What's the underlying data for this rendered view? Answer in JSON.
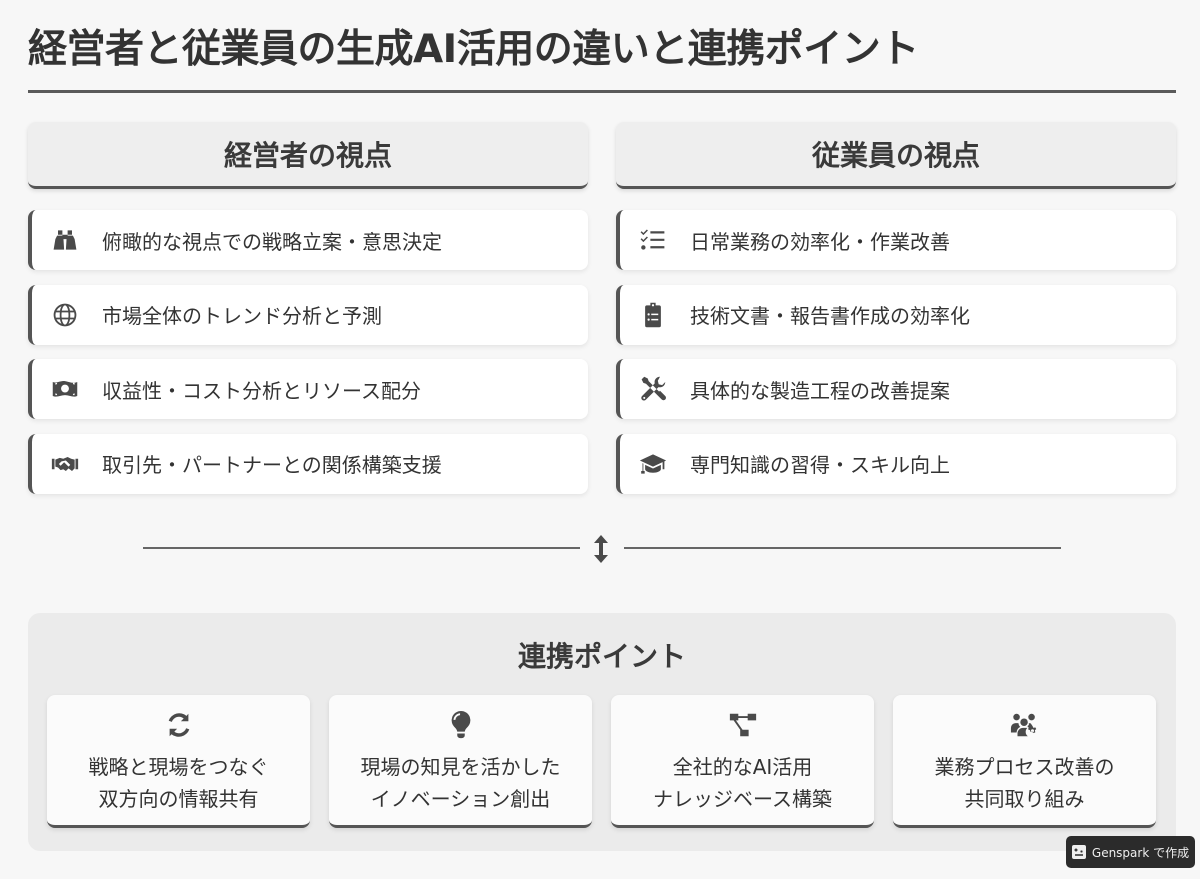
{
  "title": "経営者と従業員の生成AI活用の違いと連携ポイント",
  "left_column": {
    "header": "経営者の視点",
    "items": [
      {
        "icon": "binoculars-icon",
        "text": "俯瞰的な視点での戦略立案・意思決定"
      },
      {
        "icon": "globe-icon",
        "text": "市場全体のトレンド分析と予測"
      },
      {
        "icon": "money-bill-icon",
        "text": "収益性・コスト分析とリソース配分"
      },
      {
        "icon": "handshake-icon",
        "text": "取引先・パートナーとの関係構築支援"
      }
    ]
  },
  "right_column": {
    "header": "従業員の視点",
    "items": [
      {
        "icon": "list-check-icon",
        "text": "日常業務の効率化・作業改善"
      },
      {
        "icon": "clipboard-list-icon",
        "text": "技術文書・報告書作成の効率化"
      },
      {
        "icon": "tools-icon",
        "text": "具体的な製造工程の改善提案"
      },
      {
        "icon": "graduation-cap-icon",
        "text": "専門知識の習得・スキル向上"
      }
    ]
  },
  "divider": {
    "icon": "arrows-up-down-icon"
  },
  "collaboration": {
    "title": "連携ポイント",
    "cards": [
      {
        "icon": "sync-icon",
        "line1": "戦略と現場をつなぐ",
        "line2": "双方向の情報共有"
      },
      {
        "icon": "lightbulb-icon",
        "line1": "現場の知見を活かした",
        "line2": "イノベーション創出"
      },
      {
        "icon": "project-diagram-icon",
        "line1": "全社的なAI活用",
        "line2": "ナレッジベース構築"
      },
      {
        "icon": "users-cog-icon",
        "line1": "業務プロセス改善の",
        "line2": "共同取り組み"
      }
    ]
  },
  "badge": {
    "label": "Genspark で作成"
  },
  "colors": {
    "background": "#f7f7f7",
    "text": "#333333",
    "accent": "#555555",
    "panel": "#ebebeb",
    "header_bg": "#eeeeee",
    "badge_bg": "#2b2b2b"
  }
}
